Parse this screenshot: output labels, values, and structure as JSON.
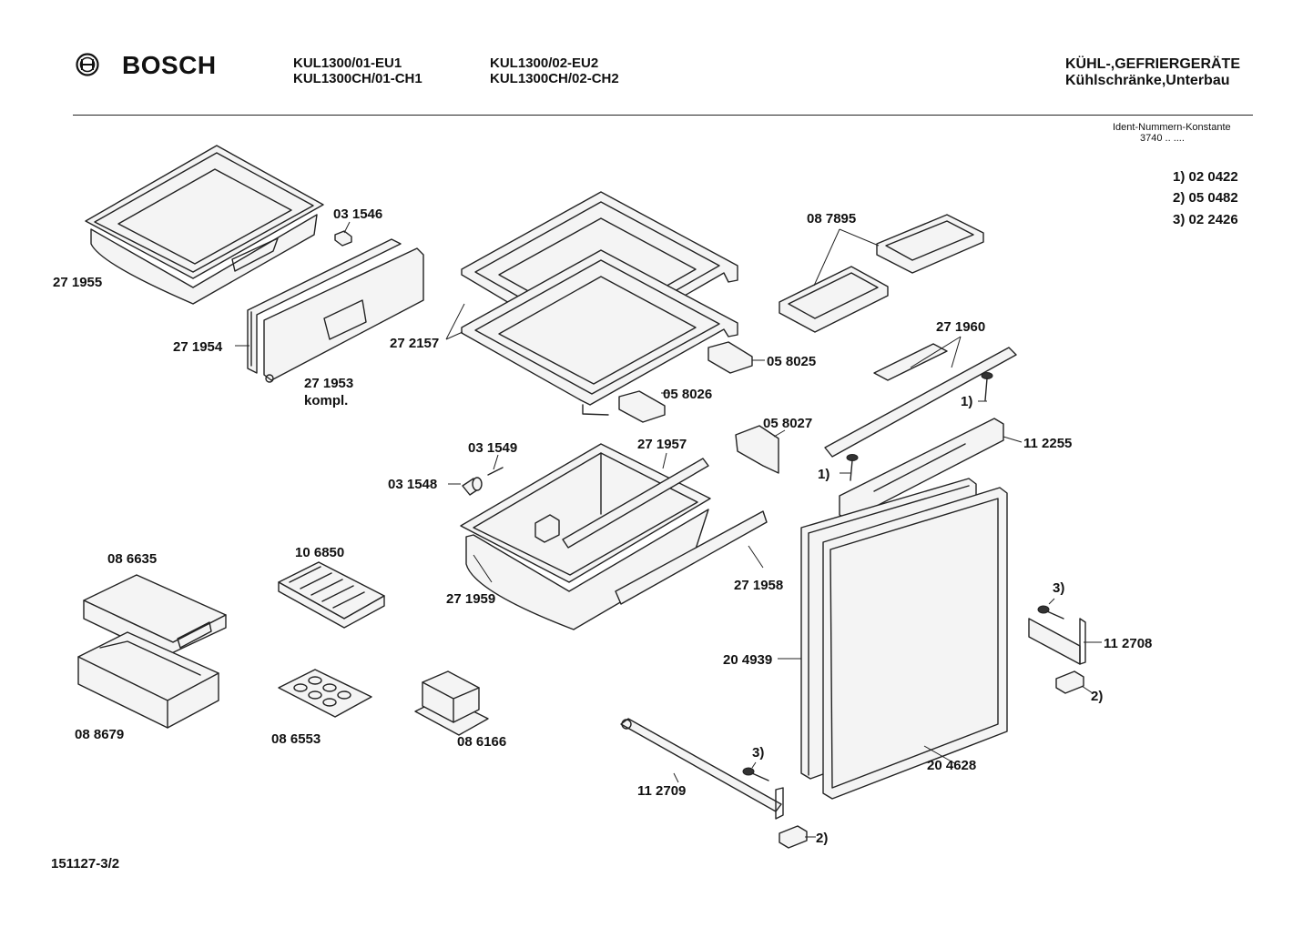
{
  "header": {
    "brand_name": "BOSCH",
    "logo_icon": "bosch-armature-logo-icon",
    "models": [
      "KUL1300/01-EU1",
      "KUL1300CH/01-CH1",
      "KUL1300/02-EU2",
      "KUL1300CH/02-CH2"
    ],
    "category_line1": "KÜHL-,GEFRIERGERÄTE",
    "category_line2": "Kühlschränke,Unterbau",
    "ident_label": "Ident-Nummern-Konstante",
    "ident_value": "3740  ..  ....",
    "notes": [
      "1) 02 0422",
      "2) 05 0482",
      "3) 02 2426"
    ]
  },
  "footer": {
    "drawing_number": "151127-3/2"
  },
  "parts": {
    "p_271955": "27 1955",
    "p_031546": "03 1546",
    "p_271954": "27 1954",
    "p_271953": "27 1953",
    "p_kompl": "kompl.",
    "p_272157": "27 2157",
    "p_087895": "08 7895",
    "p_058025": "05 8025",
    "p_058026": "05 8026",
    "p_271960": "27 1960",
    "p_ref1a": "1)",
    "p_ref1b": "1)",
    "p_058027": "05 8027",
    "p_112255": "11 2255",
    "p_031549": "03 1549",
    "p_271957": "27 1957",
    "p_031548": "03 1548",
    "p_086635": "08 6635",
    "p_106850": "10 6850",
    "p_271959": "27 1959",
    "p_271958": "27 1958",
    "p_ref3a": "3)",
    "p_112708": "11 2708",
    "p_204939": "20 4939",
    "p_ref2a": "2)",
    "p_088679": "08 8679",
    "p_086553": "08 6553",
    "p_086166": "08 6166",
    "p_ref3b": "3)",
    "p_204628": "20 4628",
    "p_112709": "11 2709",
    "p_ref2b": "2)"
  }
}
